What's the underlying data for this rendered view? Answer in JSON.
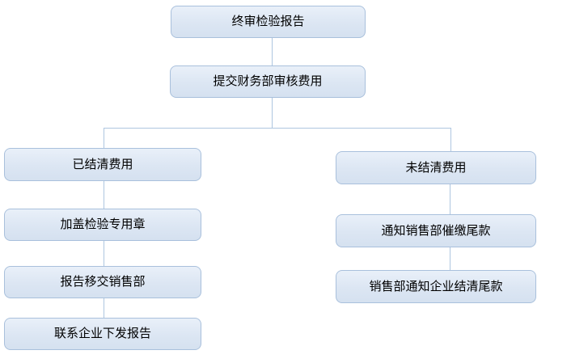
{
  "diagram": {
    "type": "flowchart",
    "nodes": [
      {
        "id": "final-report",
        "label": "终审检验报告"
      },
      {
        "id": "submit-finance",
        "label": "提交财务部审核费用"
      },
      {
        "id": "settled",
        "label": "已结清费用"
      },
      {
        "id": "stamp-seal",
        "label": "加盖检验专用章"
      },
      {
        "id": "transfer-sales",
        "label": "报告移交销售部"
      },
      {
        "id": "contact-enterprise",
        "label": "联系企业下发报告"
      },
      {
        "id": "unsettled",
        "label": "未结清费用"
      },
      {
        "id": "notify-sales",
        "label": "通知销售部催缴尾款"
      },
      {
        "id": "sales-notify-enterprise",
        "label": "销售部通知企业结清尾款"
      }
    ],
    "edges": [
      {
        "from": "final-report",
        "to": "submit-finance"
      },
      {
        "from": "submit-finance",
        "to": "settled"
      },
      {
        "from": "submit-finance",
        "to": "unsettled"
      },
      {
        "from": "settled",
        "to": "stamp-seal"
      },
      {
        "from": "stamp-seal",
        "to": "transfer-sales"
      },
      {
        "from": "transfer-sales",
        "to": "contact-enterprise"
      },
      {
        "from": "unsettled",
        "to": "notify-sales"
      },
      {
        "from": "notify-sales",
        "to": "sales-notify-enterprise"
      }
    ],
    "colors": {
      "node_fill": "#dce6f3",
      "node_border": "#a9c0dc",
      "connector": "#aec6e0",
      "text": "#000000",
      "background": "#ffffff"
    }
  }
}
